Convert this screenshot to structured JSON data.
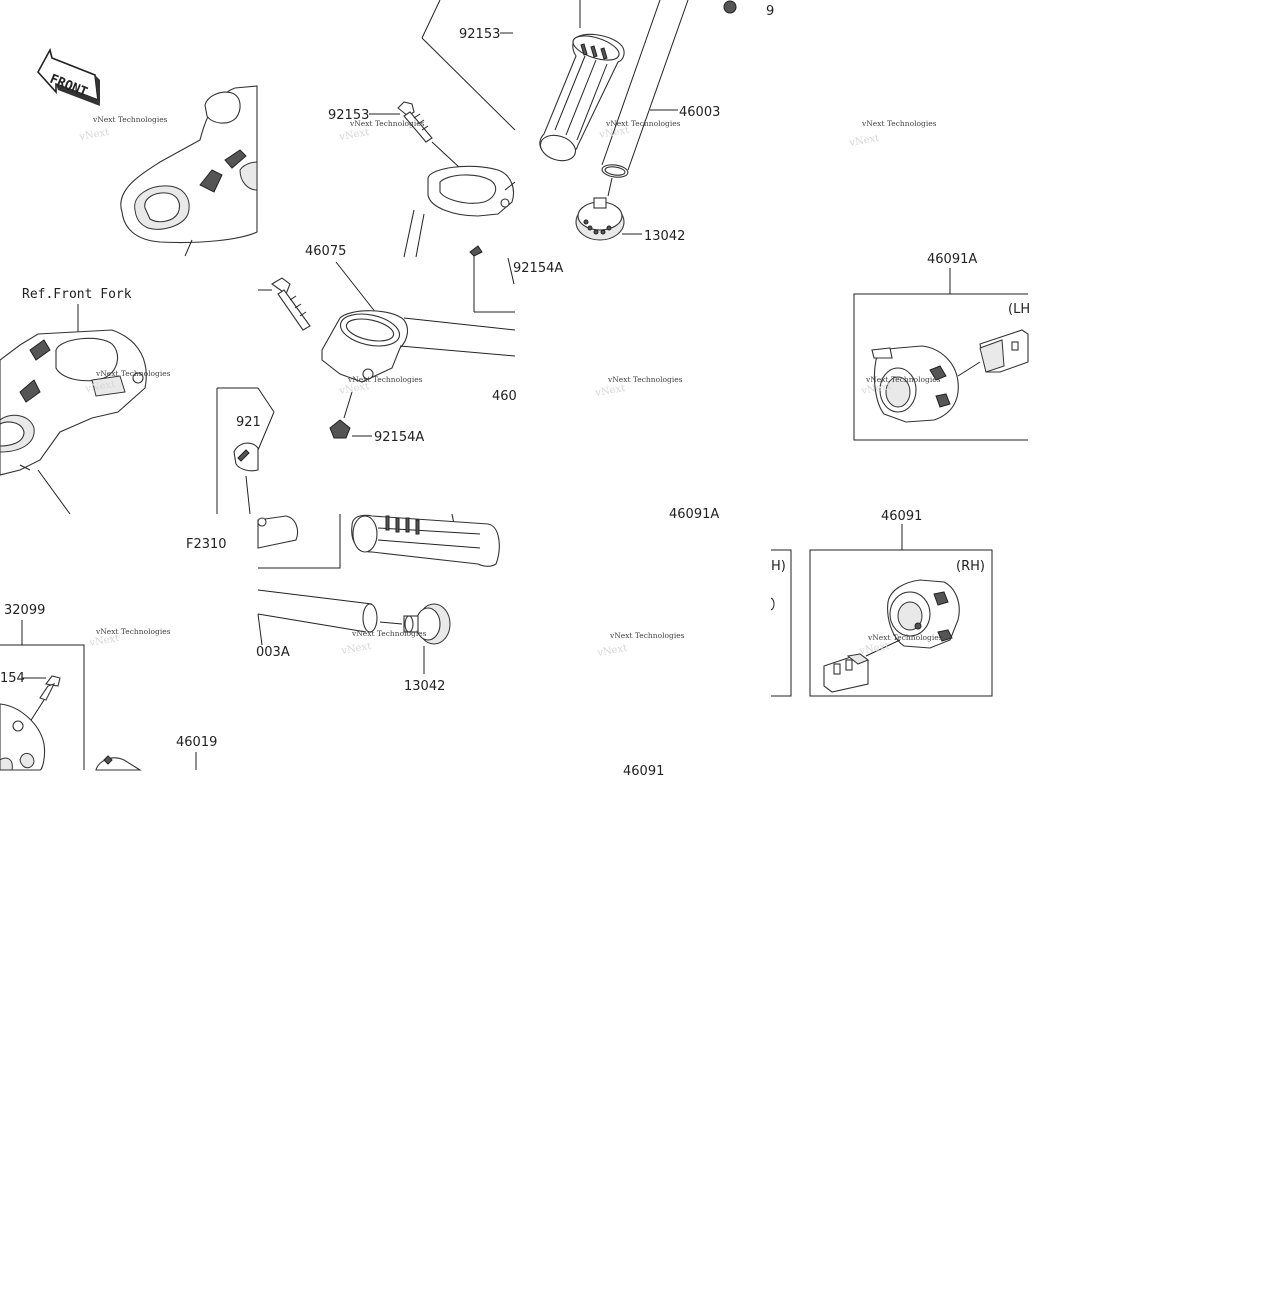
{
  "front_badge": "FRONT",
  "ref_label": "Ref.Front Fork",
  "figure_code": "F2310",
  "watermark": "vNext Technologies",
  "callouts": {
    "c92153_a": "92153",
    "c92153_b": "92153",
    "c46003": "46003",
    "c13042_a": "13042",
    "c92154A_a": "92154A",
    "c46075": "46075",
    "c92154A_b": "92154A",
    "c46091A_a": "46091A",
    "c46_partial": "460",
    "c921_partial": "921",
    "c46091A_b": "46091A",
    "c46091_a": "46091",
    "c32099": "32099",
    "c154_partial": "154",
    "c003A_partial": "003A",
    "c13042_b": "13042",
    "c46019": "46019",
    "c46091_b": "46091",
    "c9_partial": "9"
  },
  "panel_tags": {
    "lh": "(LH",
    "rh": "(RH)",
    "h_partial": "H)"
  }
}
